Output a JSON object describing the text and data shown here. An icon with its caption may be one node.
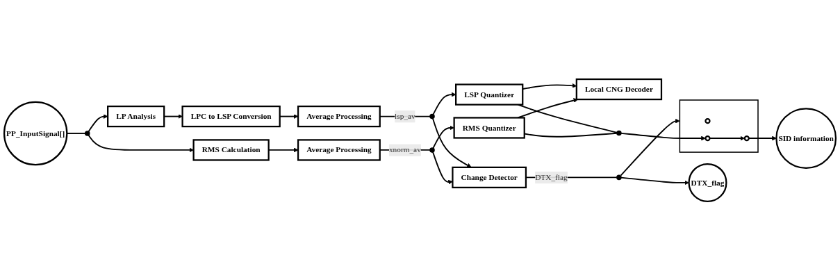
{
  "diagram": {
    "nodes": [
      {
        "text": [
          "PP_InputSignal[]"
        ]
      },
      {
        "text": [],
        "shape": "circle"
      },
      {
        "text": [
          "LP Analysis"
        ]
      },
      {
        "text": [
          "LPC to LSP Conversion"
        ]
      },
      {
        "text": [
          "Average Processing"
        ]
      },
      {
        "text": [],
        "shape": "circle"
      },
      {
        "text": [
          "LSP Quantizer"
        ]
      },
      {
        "text": [
          "RMS Calculation"
        ]
      },
      {
        "text": [
          "Average Processing"
        ]
      },
      {
        "text": [],
        "shape": "circle"
      },
      {
        "text": [
          "RMS Quantizer"
        ]
      },
      {
        "text": [
          "Change Detector"
        ]
      },
      {
        "text": [
          "Local CNG Decoder"
        ]
      },
      {
        "text": [],
        "shape": "circle"
      },
      {
        "text": [],
        "shape": "circle"
      },
      {
        "text": [
          "DTX_flag"
        ]
      },
      {
        "text": [],
        "shape": "box"
      },
      {
        "text": [],
        "shape": "circle",
        "in": 16
      },
      {
        "text": [],
        "shape": "circle",
        "in": 16
      },
      {
        "text": [],
        "shape": "circle",
        "in": 16
      },
      {
        "text": [
          "SID information"
        ]
      }
    ],
    "edges": [
      {
        "from": 0,
        "to": 1,
        "arrow": "none"
      },
      {
        "from": 1,
        "to": 2,
        "arrow": "to"
      },
      {
        "from": 2,
        "to": 3,
        "arrow": "to"
      },
      {
        "from": 3,
        "to": 4,
        "arrow": "to"
      },
      {
        "from": 4,
        "to": 5,
        "arrow": "none",
        "label": "lsp_av"
      },
      {
        "from": 5,
        "to": 6,
        "arrow": "to"
      },
      {
        "from": 5,
        "to": 11,
        "arrow": "to"
      },
      {
        "from": 1,
        "to": 7,
        "arrow": "to"
      },
      {
        "from": 7,
        "to": 8,
        "arrow": "to"
      },
      {
        "from": 8,
        "to": 9,
        "arrow": "none",
        "label": "xnorm_av"
      },
      {
        "from": 9,
        "to": 10,
        "arrow": "to"
      },
      {
        "from": 9,
        "to": 11,
        "arrow": "to"
      },
      {
        "from": 6,
        "to": 13,
        "arrow": "none"
      },
      {
        "from": 10,
        "to": 13,
        "arrow": "none"
      },
      {
        "from": 13,
        "to": 18,
        "arrow": "to"
      },
      {
        "from": 6,
        "to": 12,
        "arrow": "to"
      },
      {
        "from": 10,
        "to": 12,
        "arrow": "to"
      },
      {
        "from": 18,
        "to": 19,
        "arrow": "to"
      },
      {
        "from": 19,
        "to": 20,
        "arrow": "to"
      },
      {
        "from": 11,
        "to": 14,
        "arrow": "none",
        "label": "DTX_flag"
      },
      {
        "from": 14,
        "to": 15,
        "arrow": "to"
      },
      {
        "from": 14,
        "to": 16,
        "arrow": "to"
      }
    ]
  }
}
